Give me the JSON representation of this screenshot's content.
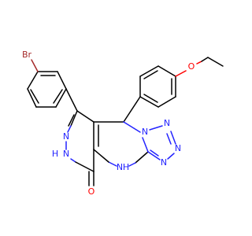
{
  "molecule": {
    "atoms": {
      "br": "Br",
      "o_ether": "O",
      "n_tz1": "N",
      "n_tz2": "N",
      "n_tz3": "N",
      "n_tz4": "N",
      "n_pd1": "N",
      "n_pd2": "N",
      "h_pd2": "H",
      "nh": "N",
      "nh_h": "H",
      "o_carbonyl": "O"
    },
    "colors": {
      "carbon": "#000000",
      "nitrogen": "#2323ff",
      "oxygen": "#ff0000",
      "bromine": "#a52a2a"
    }
  }
}
